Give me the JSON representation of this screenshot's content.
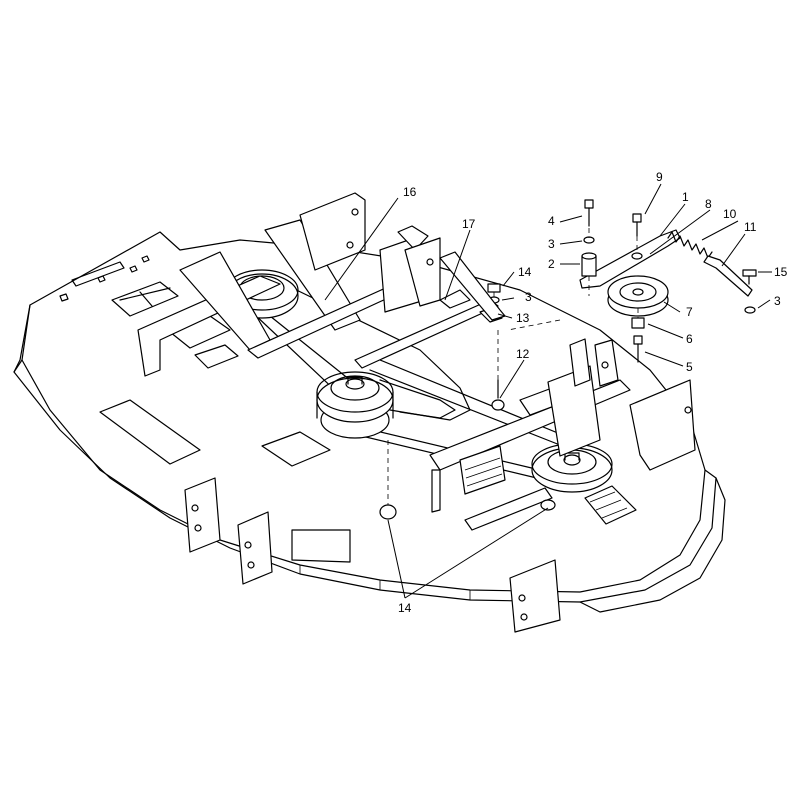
{
  "callouts": [
    {
      "id": "c16",
      "text": "16"
    },
    {
      "id": "c17",
      "text": "17"
    },
    {
      "id": "c9",
      "text": "9"
    },
    {
      "id": "c1",
      "text": "1"
    },
    {
      "id": "c8",
      "text": "8"
    },
    {
      "id": "c10",
      "text": "10"
    },
    {
      "id": "c11",
      "text": "11"
    },
    {
      "id": "c4",
      "text": "4"
    },
    {
      "id": "c3a",
      "text": "3"
    },
    {
      "id": "c2",
      "text": "2"
    },
    {
      "id": "c14a",
      "text": "14"
    },
    {
      "id": "c3b",
      "text": "3"
    },
    {
      "id": "c13",
      "text": "13"
    },
    {
      "id": "c15",
      "text": "15"
    },
    {
      "id": "c3c",
      "text": "3"
    },
    {
      "id": "c7",
      "text": "7"
    },
    {
      "id": "c6",
      "text": "6"
    },
    {
      "id": "c5",
      "text": "5"
    },
    {
      "id": "c12",
      "text": "12"
    },
    {
      "id": "c14b",
      "text": "14"
    }
  ]
}
